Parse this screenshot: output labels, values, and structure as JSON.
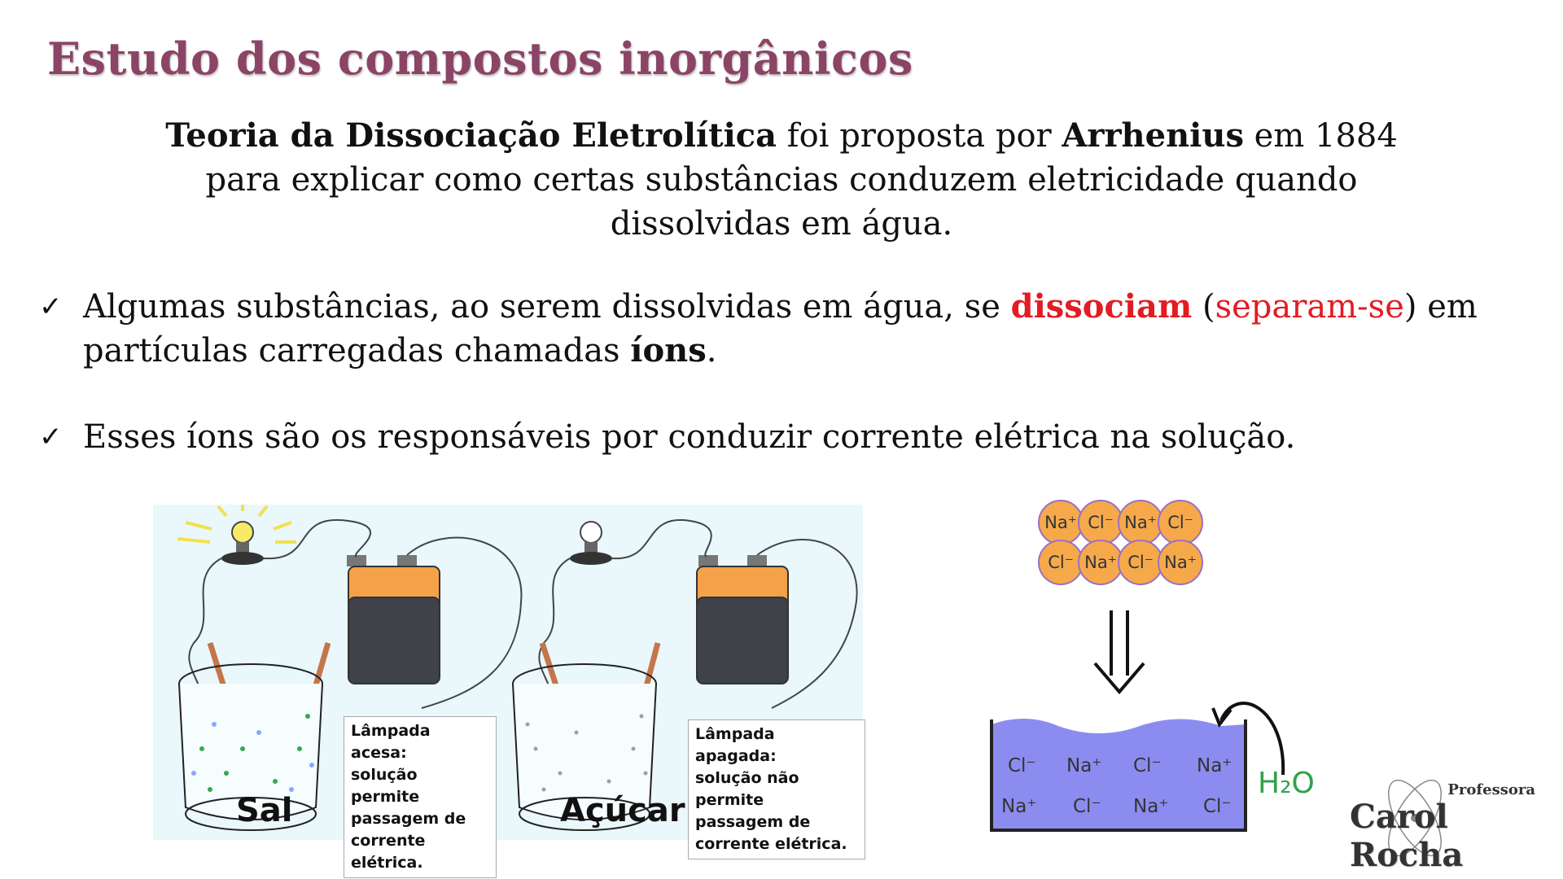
{
  "slide": {
    "title": "Estudo dos compostos inorgânicos",
    "intro": {
      "term": "Teoria da Dissociação Eletrolítica",
      "text1": " foi proposta por ",
      "author": "Arrhenius",
      "text2": " em 1884 para explicar como certas substâncias conduzem eletricidade quando dissolvidas em água."
    },
    "bullets": [
      {
        "text1": "Algumas substâncias, ao serem dissolvidas em água, se ",
        "highlight": "dissociam",
        "paren_open": " (",
        "highlight2": "separam-se",
        "paren_close": ") em partículas carregadas chamadas ",
        "bold": "íons",
        "end": "."
      },
      {
        "text": "Esses íons são os responsáveis por conduzir corrente elétrica na solução."
      }
    ],
    "check_glyph": "✓"
  },
  "figure_left": {
    "caption_a": [
      "Lâmpada acesa:",
      "solução permite",
      "passagem de",
      "corrente elétrica."
    ],
    "caption_b": [
      "Lâmpada apagada:",
      "solução não permite",
      "passagem de",
      "corrente elétrica."
    ],
    "label_a": "Sal",
    "label_b": "Açúcar"
  },
  "figure_right": {
    "crystal": [
      "Na⁺",
      "Cl⁻",
      "Na⁺",
      "Cl⁻",
      "Cl⁻",
      "Na⁺",
      "Cl⁻",
      "Na⁺"
    ],
    "water_ions": [
      "Cl⁻",
      "Na⁺",
      "Cl⁻",
      "Na⁺",
      "Na⁺",
      "Cl⁻",
      "Na⁺",
      "Cl⁻"
    ],
    "solvent": "H₂O"
  },
  "logo": {
    "prefix": "Professora",
    "name": "Carol Rocha"
  },
  "colors": {
    "title": "#8b4466",
    "highlight": "#e31b23",
    "water": "#8c8cf0",
    "ion_fill": "#f6a94a",
    "solvent": "#31a24c"
  }
}
